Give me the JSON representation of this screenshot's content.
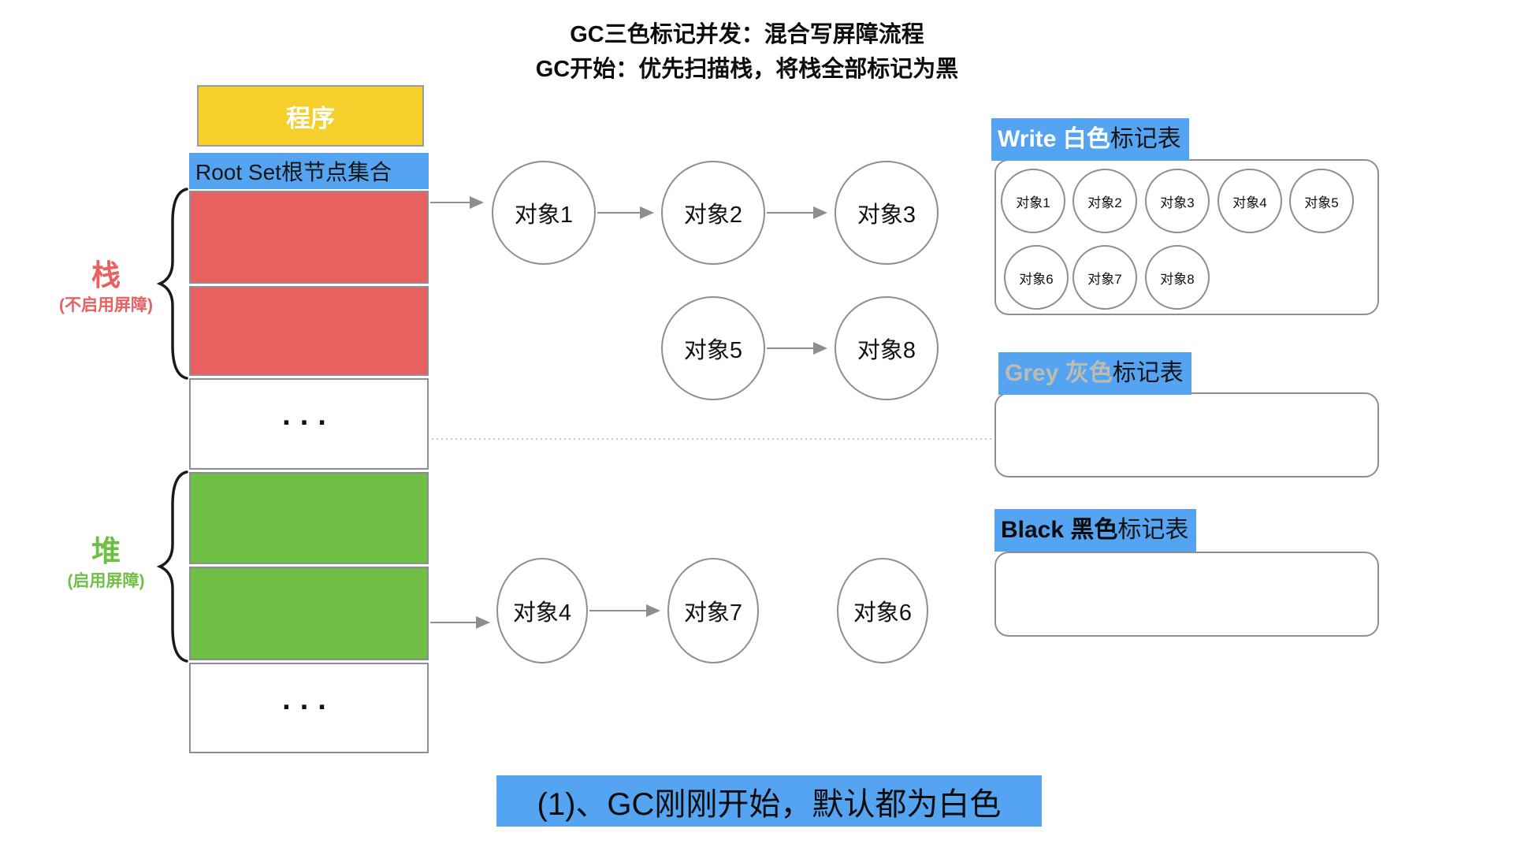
{
  "title": {
    "line1": "GC三色标记并发：混合写屏障流程",
    "line2": "GC开始：优先扫描栈，将栈全部标记为黑"
  },
  "memory": {
    "program": "程序",
    "root_set": "Root Set根节点集合",
    "stack_label": "栈",
    "stack_note": "(不启用屏障)",
    "heap_label": "堆",
    "heap_note": "(启用屏障)",
    "ellipsis_top": "...",
    "ellipsis_bottom": "..."
  },
  "nodes": {
    "obj1": "对象1",
    "obj2": "对象2",
    "obj3": "对象3",
    "obj5": "对象5",
    "obj8": "对象8",
    "obj4": "对象4",
    "obj7": "对象7",
    "obj6": "对象6"
  },
  "tables": {
    "white": {
      "title_highlight": "Write 白色",
      "title_rest": "标记表",
      "objects": [
        "对象1",
        "对象2",
        "对象3",
        "对象4",
        "对象5",
        "对象6",
        "对象7",
        "对象8"
      ]
    },
    "grey": {
      "title_highlight": "Grey 灰色",
      "title_rest": "标记表",
      "objects": []
    },
    "black": {
      "title_highlight": "Black 黑色",
      "title_rest": "标记表",
      "objects": []
    }
  },
  "caption": "(1)、GC刚刚开始，默认都为白色",
  "colors": {
    "blue": "#55a4f2",
    "yellow": "#f5d02d",
    "red": "#e86060",
    "green": "#70bf45",
    "grey_text": "#bfbbb1"
  }
}
